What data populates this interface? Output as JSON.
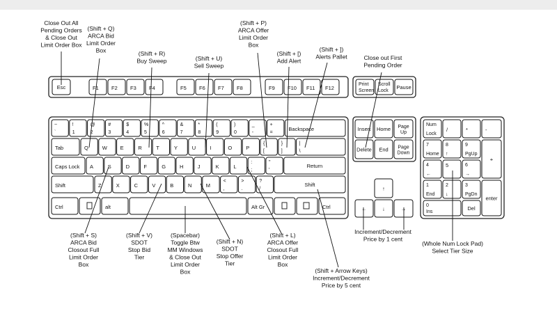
{
  "keys": {
    "esc": "Esc",
    "f1": "F1",
    "f2": "F2",
    "f3": "F3",
    "f4": "F4",
    "f5": "F5",
    "f6": "F6",
    "f7": "F7",
    "f8": "F8",
    "f9": "F9",
    "f10": "F10",
    "f11": "F11",
    "f12": "F12",
    "print_screen": [
      "Print",
      "Screen"
    ],
    "scroll_lock": [
      "Scroll",
      "Lock"
    ],
    "pause": "Pause",
    "number_row": [
      [
        "~",
        "`"
      ],
      [
        "!",
        "1"
      ],
      [
        "@",
        "2"
      ],
      [
        "#",
        "3"
      ],
      [
        "$",
        "4"
      ],
      [
        "%",
        "5"
      ],
      [
        "^",
        "6"
      ],
      [
        "&",
        "7"
      ],
      [
        "*",
        "8"
      ],
      [
        "(",
        "9"
      ],
      [
        ")",
        "0"
      ],
      [
        "_",
        "-"
      ],
      [
        "+",
        "="
      ]
    ],
    "backspace": "Backspace",
    "tab": "Tab",
    "qwerty": [
      "Q",
      "W",
      "E",
      "R",
      "T",
      "Y",
      "U",
      "I",
      "O",
      "P"
    ],
    "brackets": [
      [
        "{",
        "["
      ],
      [
        "}",
        "]"
      ],
      [
        "|",
        "\\"
      ]
    ],
    "caps_lock": "Caps Lock",
    "asdf": [
      "A",
      "S",
      "D",
      "F",
      "G",
      "H",
      "J",
      "K",
      "L"
    ],
    "colon_quote": [
      [
        ":",
        ";"
      ],
      [
        "\"",
        "'"
      ]
    ],
    "return": "Return",
    "shift": "Shift",
    "zxcv": [
      "Z",
      "X",
      "C",
      "V",
      "B",
      "N",
      "M"
    ],
    "punct": [
      [
        "<",
        ","
      ],
      [
        ">",
        "."
      ],
      [
        "?",
        "/"
      ]
    ],
    "ctrl": "Ctrl",
    "alt": "alt",
    "alt_gr": "Alt Gr",
    "insert": "Insert",
    "home": "Home",
    "page_up": [
      "Page",
      "Up"
    ],
    "delete": "Delete",
    "end": "End",
    "page_down": [
      "Page",
      "Down"
    ],
    "num_lock": [
      "Num",
      "Lock"
    ],
    "np_div": "/",
    "np_mul": "*",
    "np_minus": "-",
    "np7": [
      "7",
      "Home"
    ],
    "np8": [
      "8",
      "↑"
    ],
    "np9": [
      "9",
      "PgUp"
    ],
    "np_plus": "+",
    "np4": [
      "4",
      "←"
    ],
    "np5": "5",
    "np6": [
      "6",
      "→"
    ],
    "np1": [
      "1",
      "End"
    ],
    "np2": [
      "2",
      "↓"
    ],
    "np3": [
      "3",
      "PgDn"
    ],
    "np_enter": "enter",
    "np0": [
      "0",
      "Ins"
    ],
    "np_del": "Del",
    "arrow_up": "↑",
    "arrow_down": "↓",
    "arrow_left": "←",
    "arrow_right": "→"
  },
  "annotations": {
    "esc": [
      "Close Out All",
      "Pending Orders",
      "& Close Out",
      "Limit Order Box"
    ],
    "shift_q": [
      "(Shift + Q)",
      "ARCA Bid",
      "Limit Order",
      "Box"
    ],
    "shift_r": [
      "(Shift + R)",
      "Buy Sweep"
    ],
    "shift_u": [
      "(Shift + U)",
      "Sell Sweep"
    ],
    "shift_p": [
      "(Shift + P)",
      "ARCA Offer",
      "Limit Order",
      "Box"
    ],
    "shift_lbracket": [
      "(Shift + [)",
      "Add Alert"
    ],
    "shift_rbracket": [
      "(Shift + ])",
      "Alerts Pallet"
    ],
    "close_first": [
      "Close out First",
      "Pending Order"
    ],
    "shift_s": [
      "(Shift + S)",
      "ARCA Bid",
      "Closout Full",
      "Limit Order",
      "Box"
    ],
    "shift_v": [
      "(Shift + V)",
      "SDOT",
      "Stop Bid",
      "Tier"
    ],
    "spacebar": [
      "(Spacebar)",
      "Toggle Btw",
      "MM Windows",
      "& Close Out",
      "Limit Order",
      "Box"
    ],
    "shift_n": [
      "(Shift + N)",
      "SDOT",
      "Stop Offer",
      "Tier"
    ],
    "shift_l": [
      "(Shift + L)",
      "ARCA Offer",
      "Closout Full",
      "Limit Order",
      "Box"
    ],
    "arrows": [
      "Increment/Decrement",
      "Price by 1 cent"
    ],
    "shift_arrows": [
      "(Shift + Arrow Keys)",
      "Increment/Decrement",
      "Price by 5 cent"
    ],
    "numpad": [
      "(Whole Num Lock Pad)",
      "Select Tier Size"
    ]
  }
}
